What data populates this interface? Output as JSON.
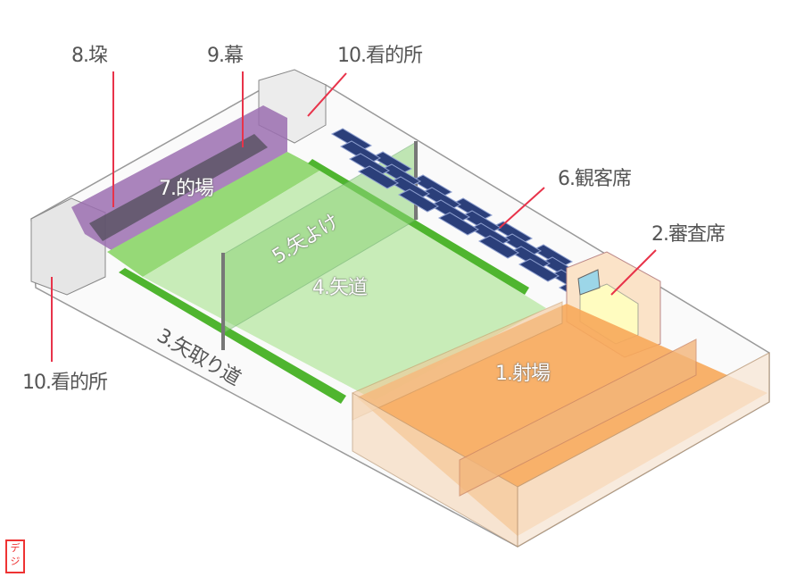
{
  "title": "弓道場 配置図",
  "labels": {
    "shajo": "1.射場",
    "shinsaseki": "2.審査席",
    "yatorimichi": "3.矢取り道",
    "yamichi": "4.矢道",
    "yayoke": "5.矢よけ",
    "kankyakuseki": "6.観客席",
    "matoba": "7.的場",
    "azuchi": "8.垜",
    "maku": "9.幕",
    "kantekisho_top": "10.看的所",
    "kantekisho_left": "10.看的所"
  },
  "logo_text": "デジ",
  "colors": {
    "leader": "#e8334a",
    "green": "#5cc23a",
    "light_green": "#c8ecb8",
    "orange": "#f7a95a",
    "purple": "#9b6fb0",
    "seat": "#2b3f7a"
  }
}
